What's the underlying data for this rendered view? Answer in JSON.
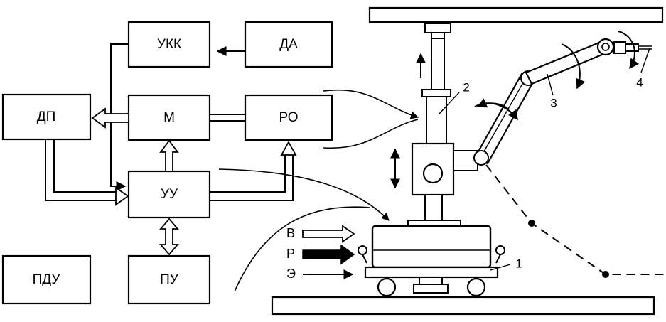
{
  "blocks": {
    "ukk": "УКК",
    "da": "ДА",
    "dp": "ДП",
    "m": "М",
    "ro": "РО",
    "uu": "УУ",
    "pdu": "ПДУ",
    "pu": "ПУ"
  },
  "legend": {
    "v": "В",
    "r": "Р",
    "e": "Э"
  },
  "parts": {
    "p1": "1",
    "p2": "2",
    "p3": "3",
    "p4": "4"
  }
}
